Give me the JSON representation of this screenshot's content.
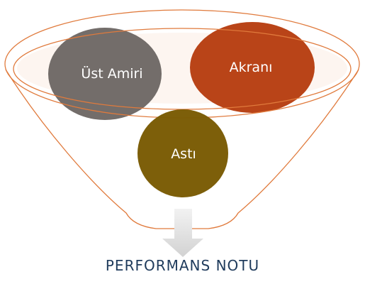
{
  "diagram": {
    "circles": [
      {
        "label": "Üst Amiri",
        "color": "#6b6562"
      },
      {
        "label": "Akranı",
        "color": "#b53a0c"
      },
      {
        "label": "Astı",
        "color": "#7a5c05"
      }
    ],
    "result_label": "PERFORMANS NOTU",
    "funnel_color": "#e07a3c",
    "arrow_color": "#d8d8d8",
    "result_color": "#1f3b5c"
  }
}
